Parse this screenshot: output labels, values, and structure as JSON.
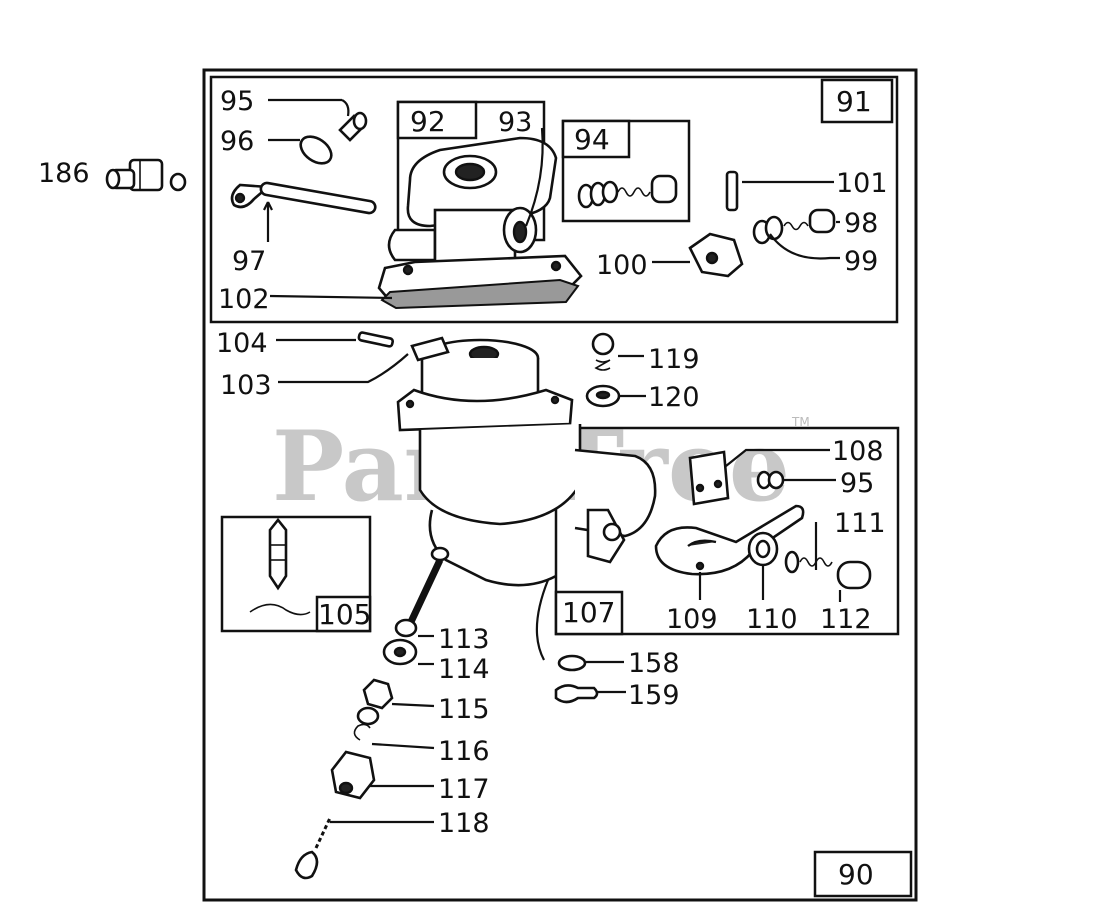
{
  "watermark": {
    "text": "PartsTree",
    "tm": "TM"
  },
  "boxes": {
    "main": "90",
    "top_assembly": "91",
    "body_92": "92",
    "spring_box": "94",
    "needle_box": "105",
    "linkage_box": "107"
  },
  "callouts": {
    "p186": "186",
    "p95a": "95",
    "p96": "96",
    "p97": "97",
    "p93": "93",
    "p101": "101",
    "p98": "98",
    "p99": "99",
    "p100": "100",
    "p102": "102",
    "p104": "104",
    "p103": "103",
    "p119": "119",
    "p120": "120",
    "p108": "108",
    "p95b": "95",
    "p111": "111",
    "p109": "109",
    "p110": "110",
    "p112": "112",
    "p113": "113",
    "p114": "114",
    "p115": "115",
    "p116": "116",
    "p117": "117",
    "p118": "118",
    "p158": "158",
    "p159": "159"
  }
}
